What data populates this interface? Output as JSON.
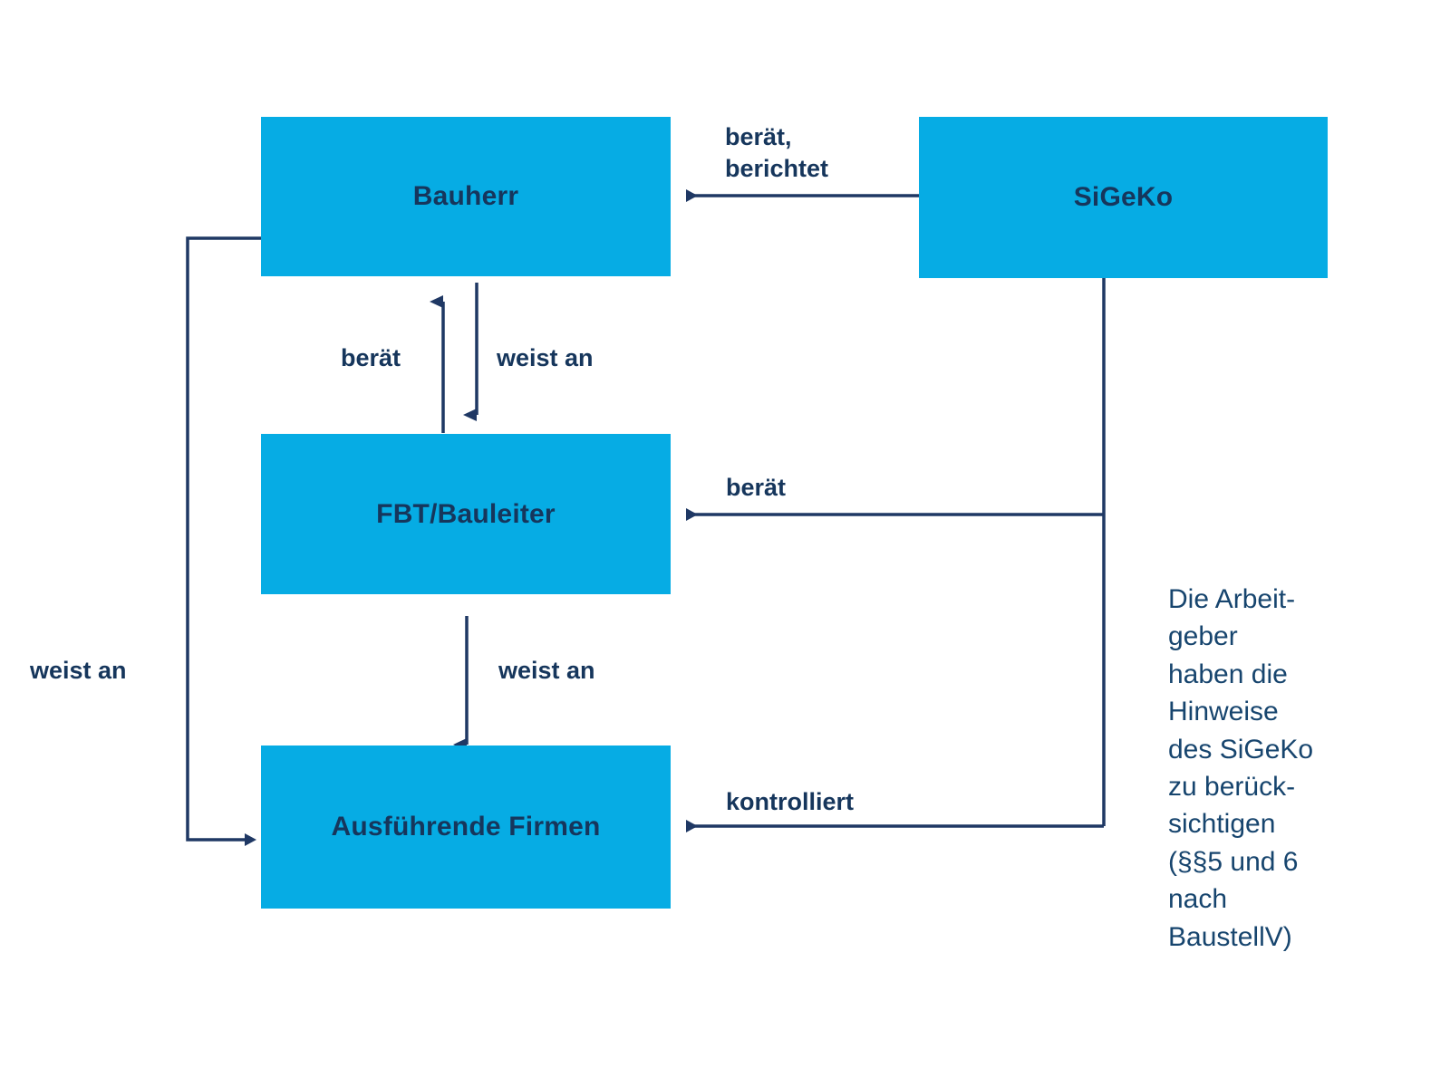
{
  "diagram": {
    "title_hidden": "",
    "colors": {
      "box_fill": "#06ACE4",
      "box_text": "#16365C",
      "line": "#1F3864",
      "note_text": "#17456E",
      "background": "#FFFFFF"
    },
    "nodes": [
      {
        "id": "bauherr",
        "label": "Bauherr"
      },
      {
        "id": "sigeko",
        "label": "SiGeKo"
      },
      {
        "id": "fbt",
        "label": "FBT/Bauleiter"
      },
      {
        "id": "firmen",
        "label": "Ausführende Firmen"
      }
    ],
    "edges": [
      {
        "id": "sigeko-bauherr",
        "from": "sigeko",
        "to": "bauherr",
        "label": "berät,\nberichtet",
        "direction": "left"
      },
      {
        "id": "fbt-bauherr",
        "from": "fbt",
        "to": "bauherr",
        "label": "berät",
        "direction": "up"
      },
      {
        "id": "bauherr-fbt",
        "from": "bauherr",
        "to": "fbt",
        "label": "weist an",
        "direction": "down"
      },
      {
        "id": "sigeko-fbt",
        "from": "sigeko",
        "to": "fbt",
        "label": "berät",
        "direction": "left"
      },
      {
        "id": "fbt-firmen",
        "from": "fbt",
        "to": "firmen",
        "label": "weist an",
        "direction": "down"
      },
      {
        "id": "bauherr-firmen",
        "from": "bauherr",
        "to": "firmen",
        "label": "weist an",
        "direction": "right"
      },
      {
        "id": "sigeko-firmen",
        "from": "sigeko",
        "to": "firmen",
        "label": "kontrolliert",
        "direction": "left"
      }
    ],
    "note": "Die Arbeit-\ngeber\nhaben die\nHinweise\ndes SiGeKo\nzu berück-\nsichtigen\n(§§5 und 6\nnach\nBaustellV)"
  }
}
